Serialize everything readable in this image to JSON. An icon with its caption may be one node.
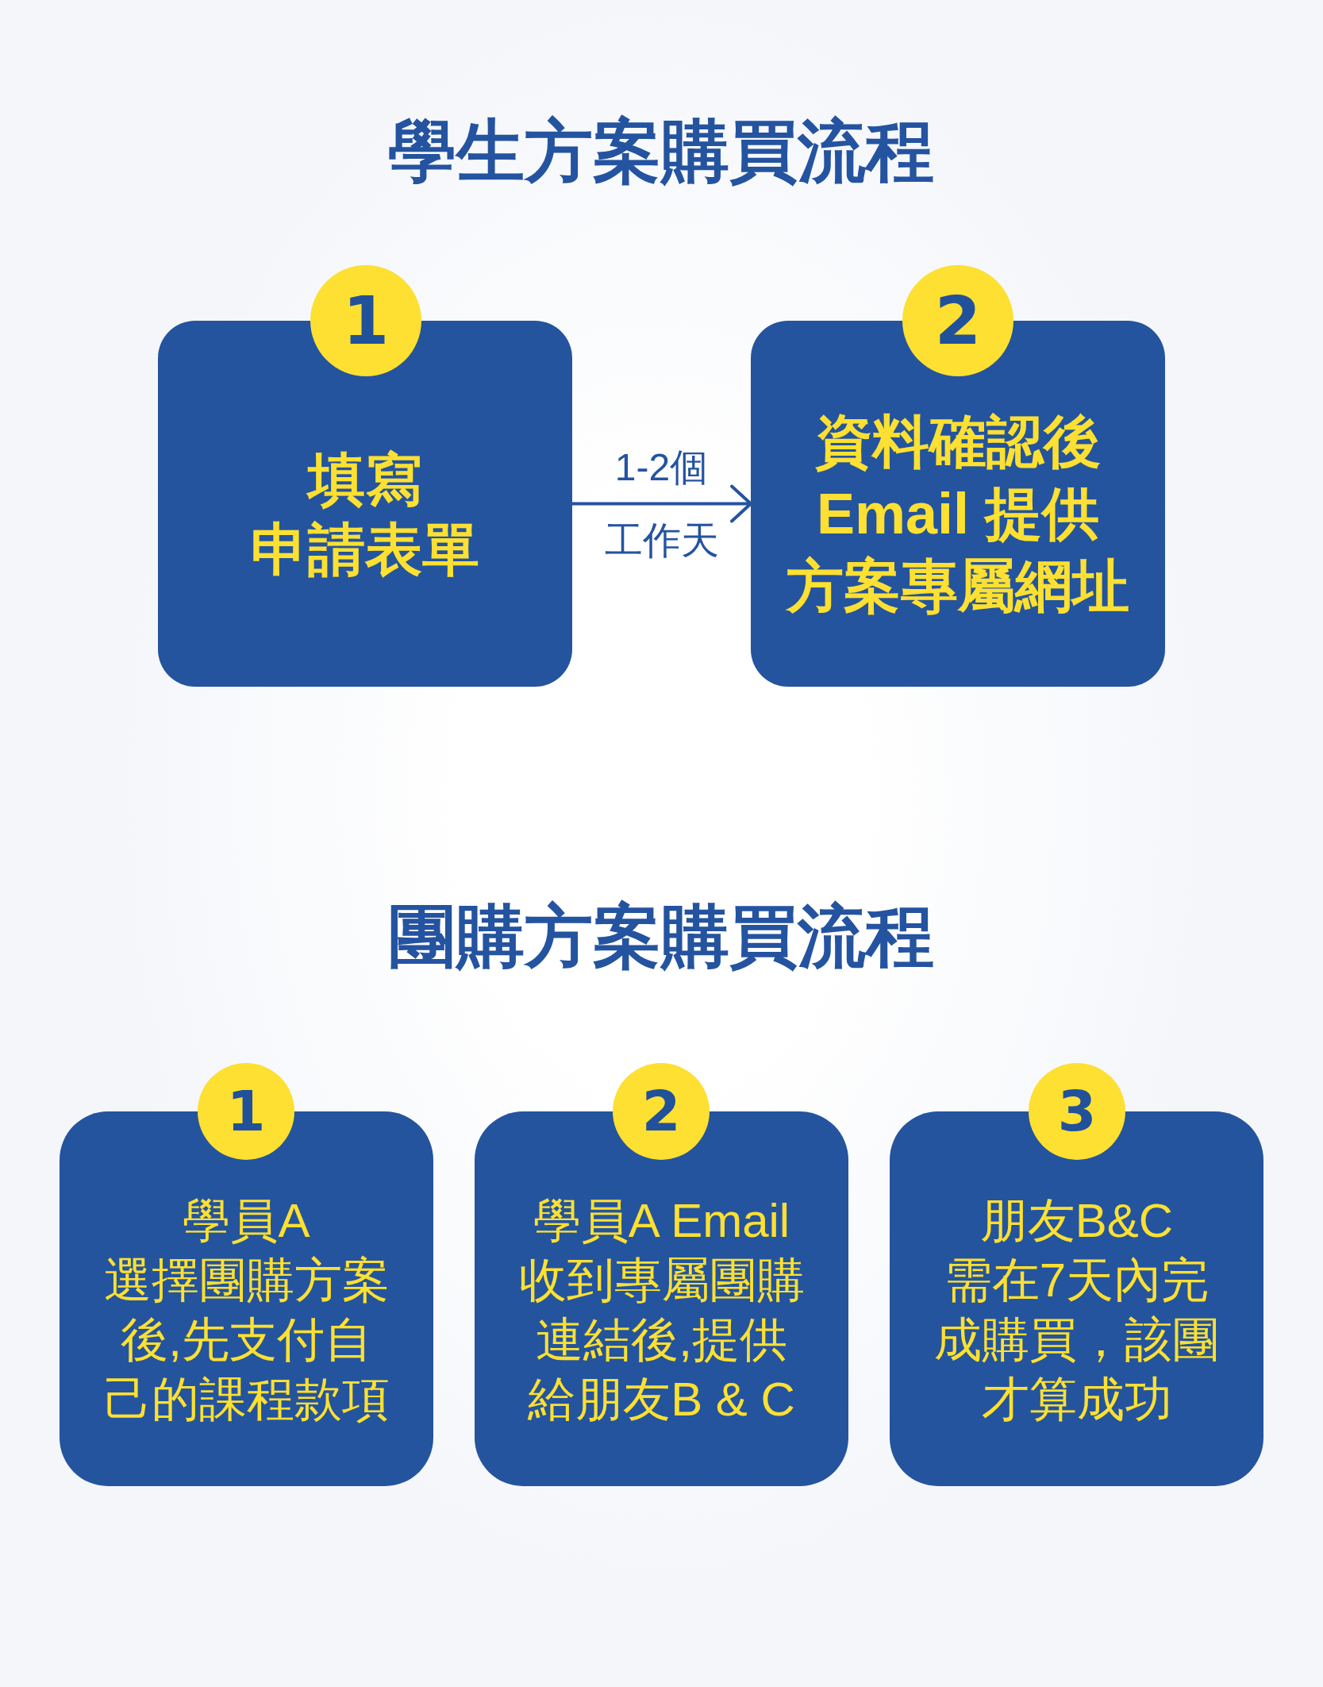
{
  "diagram": {
    "title": "學生方案購買流程",
    "nodes": [
      {
        "text": [
          "1"
        ]
      },
      {
        "text": [
          "填寫申請表單"
        ]
      },
      {
        "text": [
          "2"
        ]
      },
      {
        "text": [
          "資料確認後Email 提供方案專屬網址"
        ]
      },
      {
        "text": [
          "1"
        ]
      },
      {
        "text": [
          "學員A選擇團購方案後,先支付自己的課程款項"
        ]
      },
      {
        "text": [
          "2"
        ]
      },
      {
        "text": [
          "學員A Email收到專屬團購連結後,提供給朋友B & C"
        ]
      },
      {
        "text": [
          "3"
        ]
      },
      {
        "text": [
          "朋友B&C需在7天內完成購買，該團才算成功"
        ]
      }
    ],
    "edges": [
      {
        "from": 1,
        "to": 3,
        "arrow": "to",
        "label": "1-2個工作天"
      }
    ],
    "labels": [
      "團購方案購買流程"
    ]
  }
}
